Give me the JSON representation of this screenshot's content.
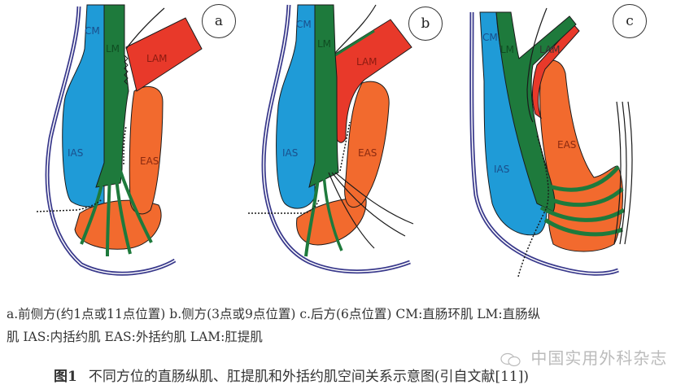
{
  "figure": {
    "panels": [
      {
        "id": "a",
        "letter": "a",
        "labels": {
          "cm": "CM",
          "lm": "LM",
          "lam": "LAM",
          "ias": "IAS",
          "eas": "EAS"
        }
      },
      {
        "id": "b",
        "letter": "b",
        "labels": {
          "cm": "CM",
          "lm": "LM",
          "lam": "LAM",
          "ias": "IAS",
          "eas": "EAS"
        }
      },
      {
        "id": "c",
        "letter": "c",
        "labels": {
          "cm": "CM",
          "lm": "LM",
          "lam": "LAM",
          "ias": "IAS",
          "eas": "EAS"
        }
      }
    ],
    "colors": {
      "cm_ias": "#1f9bd7",
      "lm": "#1e7a3c",
      "lam": "#e8392a",
      "eas": "#f26a2e",
      "skin": "#3a3a8c",
      "outline": "#1a1a1a"
    }
  },
  "legend": {
    "line1": "a.前侧方(约1点或11点位置)  b.侧方(3点或9点位置)  c.后方(6点位置) CM:直肠环肌 LM:直肠纵",
    "line2": "肌 IAS:内括约肌 EAS:外括约肌 LAM:肛提肌"
  },
  "caption": {
    "figure_number": "图1",
    "text": "不同方位的直肠纵肌、肛提肌和外括约肌空间关系示意图(引自文献[11])"
  },
  "watermark": {
    "text": "中国实用外科杂志"
  }
}
